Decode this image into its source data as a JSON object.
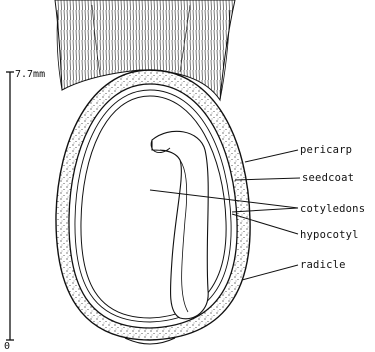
{
  "scale": {
    "top_label": "7.7mm",
    "bottom_label": "0"
  },
  "labels": {
    "pericarp": "pericarp",
    "seedcoat": "seedcoat",
    "cotyledons": "cotyledons",
    "hypocotyl": "hypocotyl",
    "radicle": "radicle"
  },
  "colors": {
    "ink": "#111111",
    "paper": "#ffffff"
  }
}
